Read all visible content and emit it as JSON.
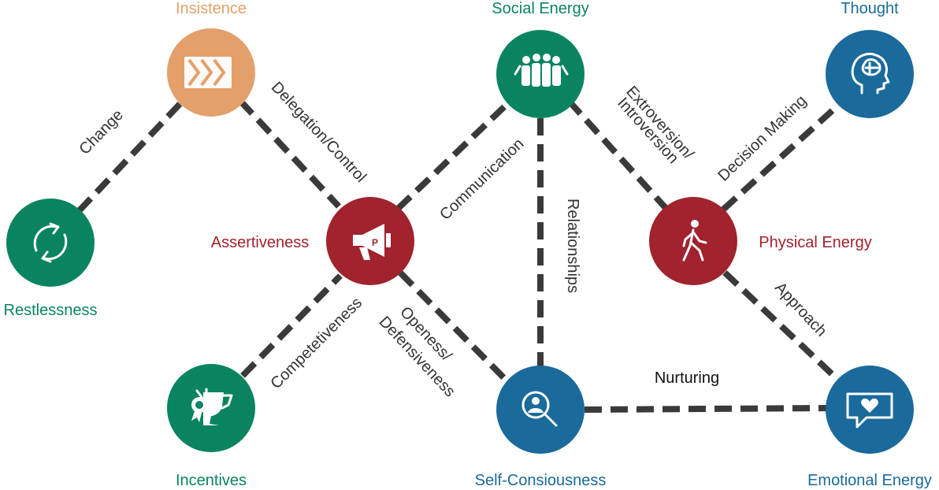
{
  "colors": {
    "orange": "#E3A06B",
    "green": "#0A8460",
    "red": "#A0232D",
    "blue": "#1A6A9B",
    "edge": "#3a3a3a"
  },
  "nodes": {
    "insistence": {
      "label": "Insistence",
      "icon": "chevrons-icon",
      "color": "#E3A06B",
      "label_color": "#E3A06B"
    },
    "social_energy": {
      "label": "Social Energy",
      "icon": "group-people-icon",
      "color": "#0A8460",
      "label_color": "#0A8460"
    },
    "thought": {
      "label": "Thought",
      "icon": "brain-head-icon",
      "color": "#1A6A9B",
      "label_color": "#1A6A9B"
    },
    "restlessness": {
      "label": "Restlessness",
      "icon": "refresh-arrows-icon",
      "color": "#0A8460",
      "label_color": "#0A8460"
    },
    "assertiveness": {
      "label": "Assertiveness",
      "icon": "megaphone-icon",
      "color": "#A0232D",
      "label_color": "#A0232D"
    },
    "physical_energy": {
      "label": "Physical Energy",
      "icon": "walking-person-icon",
      "color": "#A0232D",
      "label_color": "#A0232D"
    },
    "incentives": {
      "label": "Incentives",
      "icon": "trophy-medal-icon",
      "color": "#0A8460",
      "label_color": "#0A8460"
    },
    "self_consciousness": {
      "label": "Self-Consiousness",
      "icon": "search-person-icon",
      "color": "#1A6A9B",
      "label_color": "#1A6A9B"
    },
    "emotional_energy": {
      "label": "Emotional Energy",
      "icon": "heart-chat-icon",
      "color": "#1A6A9B",
      "label_color": "#1A6A9B"
    }
  },
  "edges": {
    "change": "Change",
    "delegation_control": "Delegation/Control",
    "communication": "Communication",
    "extroversion_line1": "Extroversion/",
    "extroversion_line2": "Introversion",
    "decision_making": "Decision Making",
    "relationships": "Relationships",
    "competetiveness": "Competetiveness",
    "openess_line1": "Openess/",
    "openess_line2": "Defensiveness",
    "approach": "Approach",
    "nurturing": "Nurturing"
  }
}
